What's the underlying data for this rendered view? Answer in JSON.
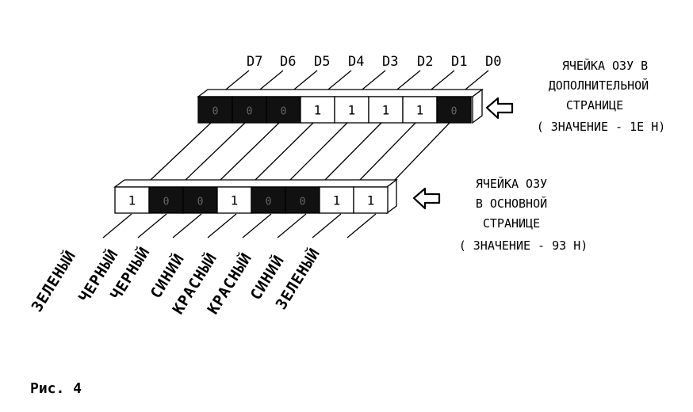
{
  "bit_labels": [
    "D7",
    "D6",
    "D5",
    "D4",
    "D3",
    "D2",
    "D1",
    "D0"
  ],
  "extra_page_cells": [
    "0",
    "0",
    "0",
    "1",
    "1",
    "1",
    "1",
    "0"
  ],
  "main_page_cells": [
    "1",
    "0",
    "0",
    "1",
    "0",
    "0",
    "1",
    "1"
  ],
  "extra_page_caption": [
    "ЯЧЕЙКА ОЗУ В",
    "ДОПОЛНИТЕЛЬНОЙ",
    "СТРАНИЦЕ",
    "( ЗНАЧЕНИЕ - 1Е Н)"
  ],
  "main_page_caption": [
    "ЯЧЕЙКА ОЗУ",
    "В ОСНОВНОЙ",
    "СТРАНИЦЕ",
    "( ЗНАЧЕНИЕ - 93 Н)"
  ],
  "color_labels": [
    "ЗЕЛЕНЫЙ",
    "ЧЕРНЫЙ",
    "ЧЕРНЫЙ",
    "СИНИЙ",
    "КРАСНЫЙ",
    "КРАСНЫЙ",
    "СИНИЙ",
    "ЗЕЛЕНЫЙ"
  ],
  "figure_label": "Рис. 4",
  "colors": {
    "dark_cell": "#111111",
    "light_cell": "#ffffff",
    "ink": "#000000"
  },
  "icons": [
    "arrow-left-icon",
    "arrow-left-icon"
  ]
}
